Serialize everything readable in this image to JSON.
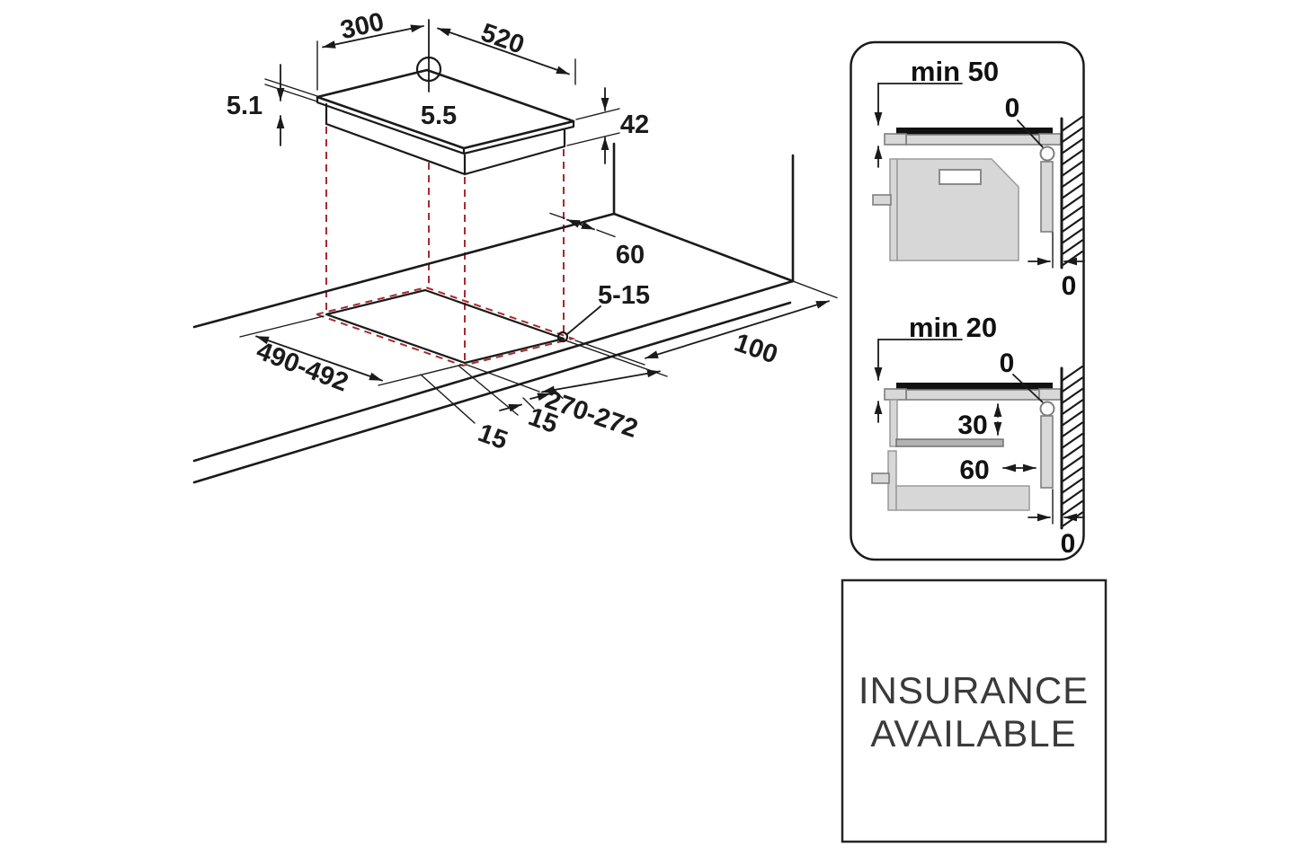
{
  "iso": {
    "dim_300": "300",
    "dim_520": "520",
    "dim_5_1": "5.1",
    "dim_5_5": "5.5",
    "dim_42": "42",
    "dim_60": "60",
    "dim_5_15": "5-15",
    "dim_490_492": "490-492",
    "dim_100": "100",
    "dim_15_left": "15",
    "dim_15_right": "15",
    "dim_270_272": "270-272"
  },
  "panel": {
    "top": {
      "min_label": "min 50",
      "zero_top": "0",
      "zero_bottom": "0"
    },
    "bottom": {
      "min_label": "min 20",
      "zero_top": "0",
      "dim_30": "30",
      "dim_60": "60",
      "zero_bottom": "0"
    }
  },
  "insurance": {
    "line1": "INSURANCE",
    "line2": "AVAILABLE"
  },
  "colors": {
    "line": "#1a1a1a",
    "red_dashed": "#a62b2e",
    "gray_fill": "#d8d8d8",
    "hob_black": "#111111",
    "text": "#1b1b1b"
  }
}
